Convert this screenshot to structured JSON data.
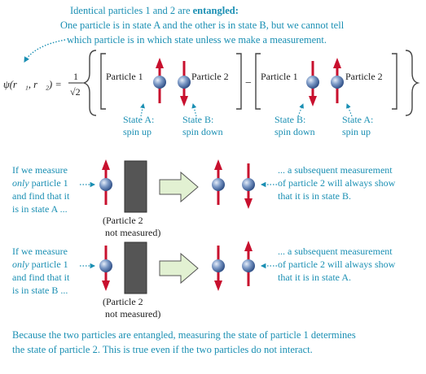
{
  "header": {
    "line1_pre": "Identical particles 1 and 2 are ",
    "line1_bold": "entangled:",
    "line2": "One particle is in state A and the other is in state B, but we cannot tell",
    "line3": "which particle is in which state unless we make a measurement."
  },
  "equation": {
    "lhs": "ψ(r⃗₁, r⃗₂) =",
    "numerator": "1",
    "denominator": "√2",
    "minus": "−"
  },
  "wavefunction": {
    "term1": {
      "particle1_label": "Particle 1",
      "particle2_label": "Particle 2",
      "state1_label_line1": "State A:",
      "state1_label_line2": "spin up",
      "state2_label_line1": "State B:",
      "state2_label_line2": "spin down"
    },
    "term2": {
      "particle1_label": "Particle 1",
      "particle2_label": "Particle 2",
      "state1_label_line1": "State B:",
      "state1_label_line2": "spin down",
      "state2_label_line1": "State A:",
      "state2_label_line2": "spin up"
    }
  },
  "scenario1": {
    "left_lines": [
      "If we measure",
      "only particle 1",
      "and find that it",
      "is in state A ..."
    ],
    "not_measured_line1": "(Particle 2",
    "not_measured_line2": "not measured)",
    "right_lines": [
      "... a subsequent measurement",
      "of particle 2 will always show",
      "that it is in state B."
    ]
  },
  "scenario2": {
    "left_lines": [
      "If we measure",
      "only particle 1",
      "and find that it",
      "is in state B ..."
    ],
    "not_measured_line1": "(Particle 2",
    "not_measured_line2": "not measured)",
    "right_lines": [
      "... a subsequent measurement",
      "of particle 2 will always show",
      "that it is in state A."
    ]
  },
  "footer": {
    "line1": "Because the two particles are entangled, measuring the state of particle 1 determines",
    "line2": "the state of particle 2. This is true even if the two particles do not interact."
  },
  "colors": {
    "annotation": "#1a8fb3",
    "spin_arrow": "#c8102e",
    "detector": "#555555",
    "arrow_fill": "#e2f1d2"
  }
}
